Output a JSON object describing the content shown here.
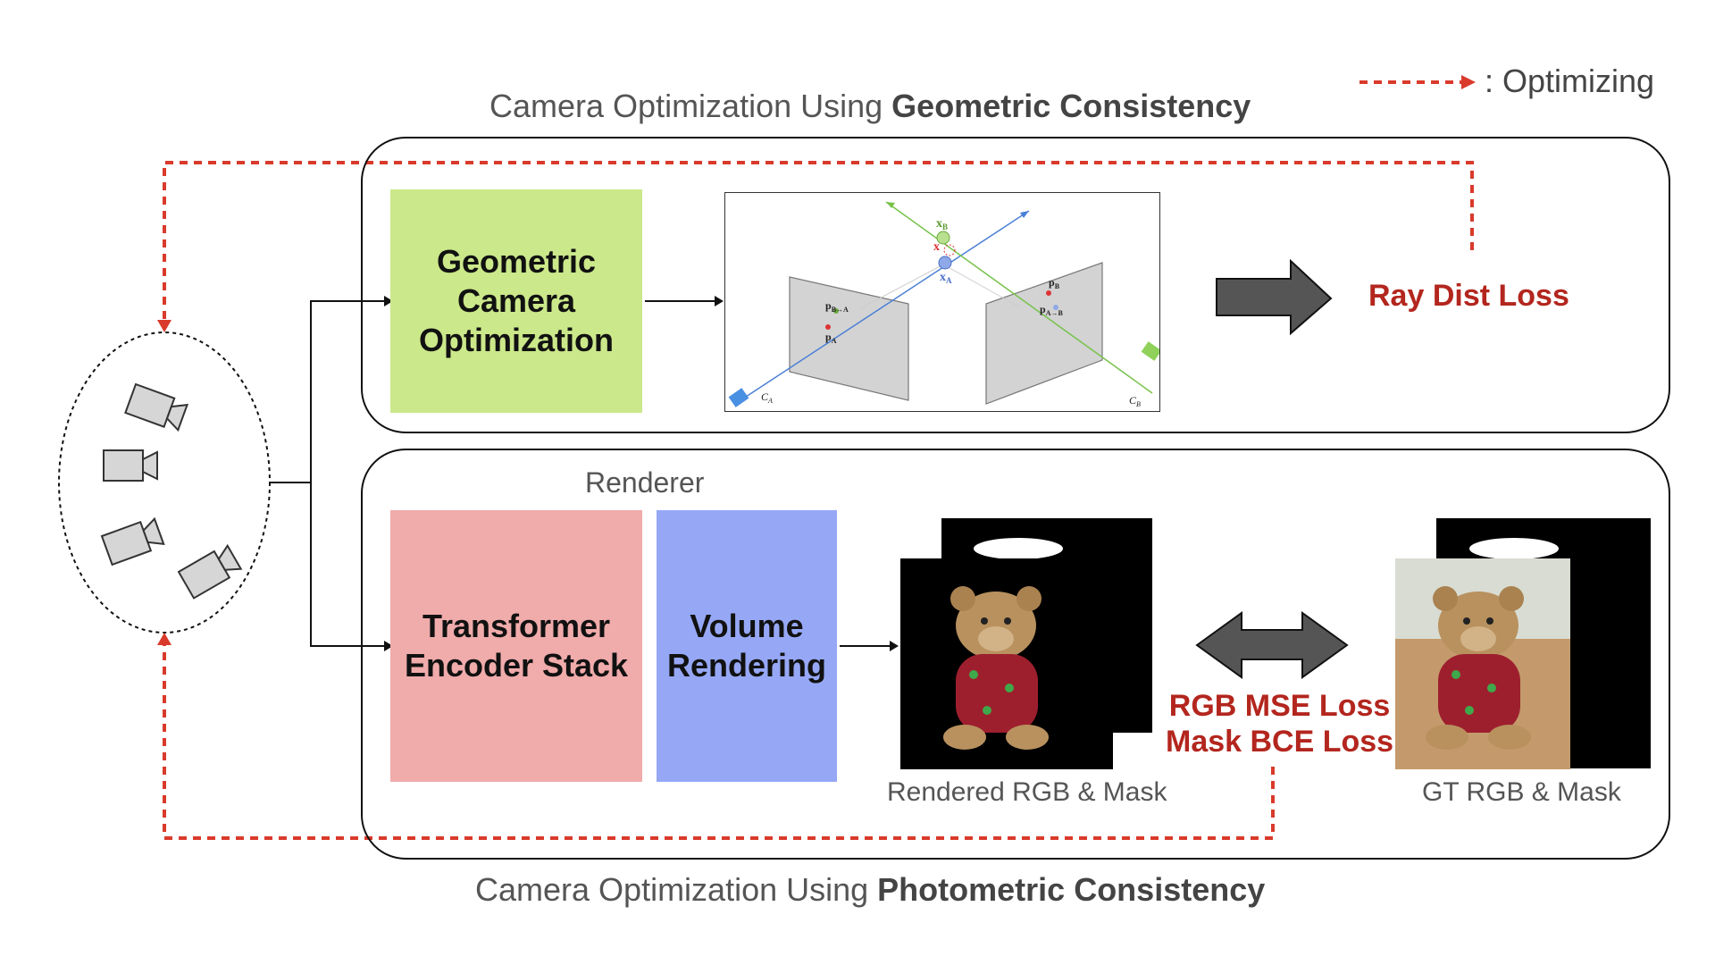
{
  "legend": {
    "label": ": Optimizing",
    "color": "#d93a2b"
  },
  "geometric_title": {
    "prefix": "Camera Optimization Using ",
    "bold": "Geometric Consistency"
  },
  "photometric_title": {
    "prefix": "Camera Optimization Using ",
    "bold": "Photometric Consistency"
  },
  "geo_block": {
    "label_lines": [
      "Geometric",
      "Camera",
      "Optimization"
    ],
    "color": "#cbe88a"
  },
  "renderer": {
    "label": "Renderer",
    "encoder": {
      "label_lines": [
        "Transformer",
        "Encoder Stack"
      ],
      "color": "#f0abab"
    },
    "volume": {
      "label_lines": [
        "Volume",
        "Rendering"
      ],
      "color": "#96a8f5"
    }
  },
  "epipolar": {
    "labels": {
      "xb": "x",
      "xb_sub": "B",
      "x": "x",
      "xa": "x",
      "xa_sub": "A",
      "pba": "p",
      "pba_sub": "B→A",
      "pa": "p",
      "pa_sub": "A",
      "pb": "p",
      "pb_sub": "B",
      "pab": "p",
      "pab_sub": "A→B",
      "ca": "C",
      "ca_sub": "A",
      "cb": "C",
      "cb_sub": "B"
    }
  },
  "losses": {
    "ray": "Ray Dist Loss",
    "rgb": "RGB MSE Loss",
    "mask": "Mask BCE Loss",
    "color": "#b3261e"
  },
  "captions": {
    "rendered": "Rendered RGB & Mask",
    "gt": "GT RGB & Mask"
  }
}
